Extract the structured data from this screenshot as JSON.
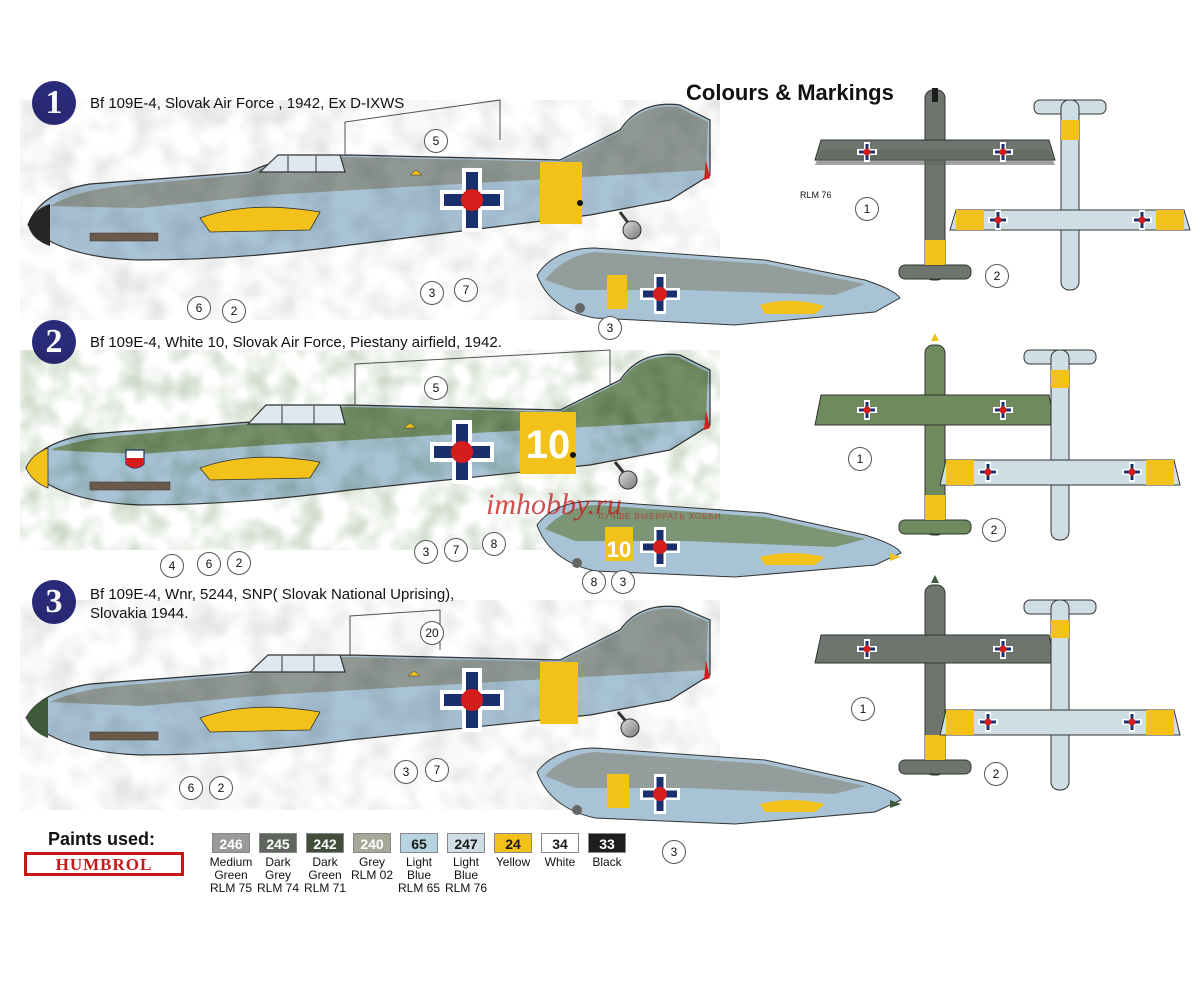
{
  "page_title": "Colours & Markings",
  "schemes": [
    {
      "number": "1",
      "caption_line1": "Bf 109E-4, Slovak Air Force , 1942, Ex D-IXWS",
      "caption_line2": "",
      "fuselage_code": ""
    },
    {
      "number": "2",
      "caption_line1": "Bf 109E-4, White 10, Slovak Air Force, Piestany airfield, 1942.",
      "caption_line2": "",
      "fuselage_code": "10"
    },
    {
      "number": "3",
      "caption_line1": "Bf 109E-4, Wnr, 5244, SNP( Slovak National Uprising),",
      "caption_line2": "Slovakia 1944.",
      "fuselage_code": ""
    }
  ],
  "callouts": {
    "s1": [
      "5",
      "6",
      "2",
      "3",
      "7",
      "3"
    ],
    "s2": [
      "5",
      "4",
      "6",
      "2",
      "3",
      "7",
      "8",
      "8",
      "3"
    ],
    "s3": [
      "20",
      "6",
      "2",
      "3",
      "7",
      "3"
    ],
    "plan": [
      "1",
      "2",
      "1",
      "2",
      "1",
      "2"
    ]
  },
  "rlm_label": "RLM 76",
  "paints": {
    "title": "Paints used:",
    "brand": "HUMBROL",
    "items": [
      {
        "code": "246",
        "name_lines": [
          "Medium",
          "Green",
          "RLM 75"
        ],
        "color": "#9a9a9a",
        "text_color": "#ffffff"
      },
      {
        "code": "245",
        "name_lines": [
          "Dark",
          "Grey",
          "RLM 74"
        ],
        "color": "#5e665e",
        "text_color": "#ffffff"
      },
      {
        "code": "242",
        "name_lines": [
          "Dark",
          "Green",
          "RLM 71"
        ],
        "color": "#424d3a",
        "text_color": "#ffffff"
      },
      {
        "code": "240",
        "name_lines": [
          "Grey",
          "RLM 02"
        ],
        "color": "#a8a89a",
        "text_color": "#ffffff"
      },
      {
        "code": "65",
        "name_lines": [
          "Light",
          "Blue",
          "RLM 65"
        ],
        "color": "#b8d4e0",
        "text_color": "#1a1a1a"
      },
      {
        "code": "247",
        "name_lines": [
          "Light",
          "Blue",
          "RLM 76"
        ],
        "color": "#cfdde4",
        "text_color": "#1a1a1a"
      },
      {
        "code": "24",
        "name_lines": [
          "Yellow"
        ],
        "color": "#f2c21a",
        "text_color": "#1a1a1a"
      },
      {
        "code": "34",
        "name_lines": [
          "White"
        ],
        "color": "#ffffff",
        "text_color": "#1a1a1a"
      },
      {
        "code": "33",
        "name_lines": [
          "Black"
        ],
        "color": "#1e1e1e",
        "text_color": "#ffffff"
      }
    ]
  },
  "watermark": {
    "text": "imhobby.ru",
    "sub": "ЛУЧШЕ ВЫБИРАТЬ ХОББИ"
  },
  "colors": {
    "badge": "#2a2a7a",
    "cross_blue": "#1a2f6e",
    "cross_red": "#d41e1e",
    "yellow": "#f2c21a"
  }
}
